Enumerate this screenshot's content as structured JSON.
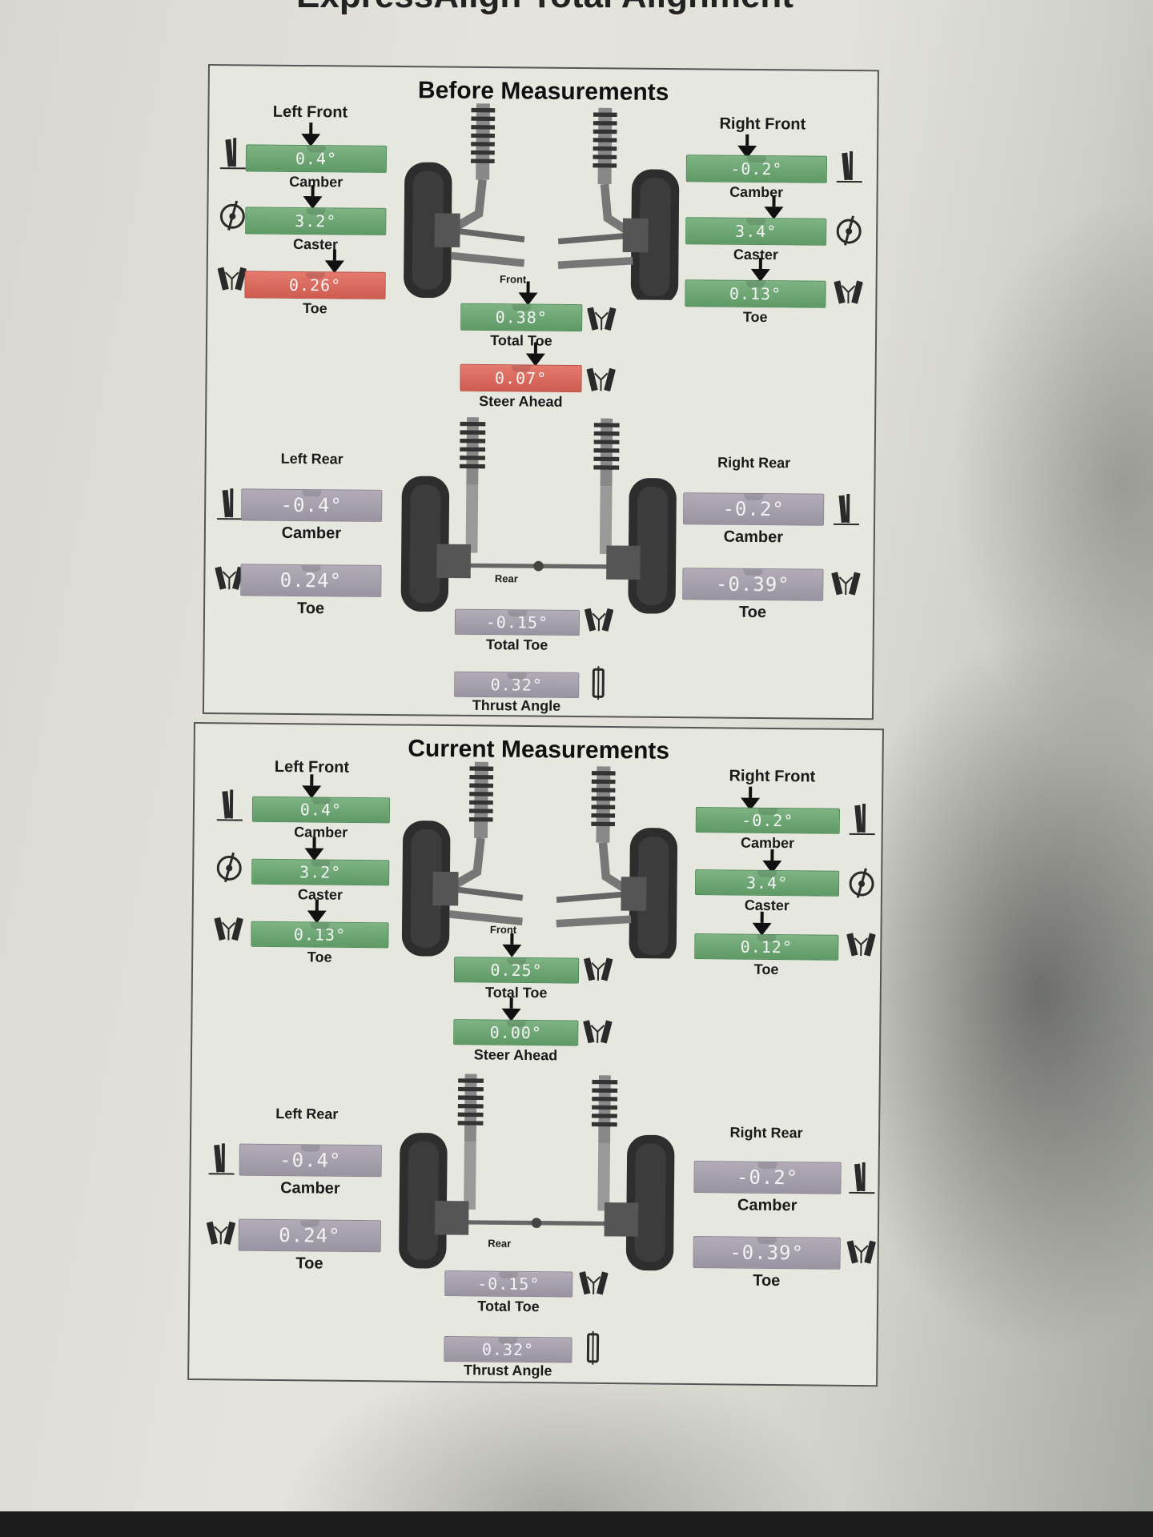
{
  "document": {
    "title": "ExpressAlign Total Alignment"
  },
  "panels": [
    {
      "title": "Before Measurements",
      "left_front": {
        "title": "Left Front",
        "camber": {
          "label": "Camber",
          "value": "0.4°",
          "status": "green"
        },
        "caster": {
          "label": "Caster",
          "value": "3.2°",
          "status": "green"
        },
        "toe": {
          "label": "Toe",
          "value": "0.26°",
          "status": "red"
        }
      },
      "right_front": {
        "title": "Right Front",
        "camber": {
          "label": "Camber",
          "value": "-0.2°",
          "status": "green"
        },
        "caster": {
          "label": "Caster",
          "value": "3.4°",
          "status": "green"
        },
        "toe": {
          "label": "Toe",
          "value": "0.13°",
          "status": "green"
        }
      },
      "front": {
        "label": "Front",
        "total_toe": {
          "label": "Total Toe",
          "value": "0.38°",
          "status": "green"
        },
        "steer_ahead": {
          "label": "Steer Ahead",
          "value": "0.07°",
          "status": "red"
        }
      },
      "left_rear": {
        "title": "Left Rear",
        "camber": {
          "label": "Camber",
          "value": "-0.4°"
        },
        "toe": {
          "label": "Toe",
          "value": "0.24°"
        }
      },
      "right_rear": {
        "title": "Right Rear",
        "camber": {
          "label": "Camber",
          "value": "-0.2°"
        },
        "toe": {
          "label": "Toe",
          "value": "-0.39°"
        }
      },
      "rear": {
        "label": "Rear",
        "total_toe": {
          "label": "Total Toe",
          "value": "-0.15°"
        },
        "thrust_angle": {
          "label": "Thrust Angle",
          "value": "0.32°"
        }
      }
    },
    {
      "title": "Current Measurements",
      "left_front": {
        "title": "Left Front",
        "camber": {
          "label": "Camber",
          "value": "0.4°",
          "status": "green"
        },
        "caster": {
          "label": "Caster",
          "value": "3.2°",
          "status": "green"
        },
        "toe": {
          "label": "Toe",
          "value": "0.13°",
          "status": "green"
        }
      },
      "right_front": {
        "title": "Right Front",
        "camber": {
          "label": "Camber",
          "value": "-0.2°",
          "status": "green"
        },
        "caster": {
          "label": "Caster",
          "value": "3.4°",
          "status": "green"
        },
        "toe": {
          "label": "Toe",
          "value": "0.12°",
          "status": "green"
        }
      },
      "front": {
        "label": "Front",
        "total_toe": {
          "label": "Total Toe",
          "value": "0.25°",
          "status": "green"
        },
        "steer_ahead": {
          "label": "Steer Ahead",
          "value": "0.00°",
          "status": "green"
        }
      },
      "left_rear": {
        "title": "Left Rear",
        "camber": {
          "label": "Camber",
          "value": "-0.4°"
        },
        "toe": {
          "label": "Toe",
          "value": "0.24°"
        }
      },
      "right_rear": {
        "title": "Right Rear",
        "camber": {
          "label": "Camber",
          "value": "-0.2°"
        },
        "toe": {
          "label": "Toe",
          "value": "-0.39°"
        }
      },
      "rear": {
        "label": "Rear",
        "total_toe": {
          "label": "Total Toe",
          "value": "-0.15°"
        },
        "thrust_angle": {
          "label": "Thrust Angle",
          "value": "0.32°"
        }
      }
    }
  ]
}
